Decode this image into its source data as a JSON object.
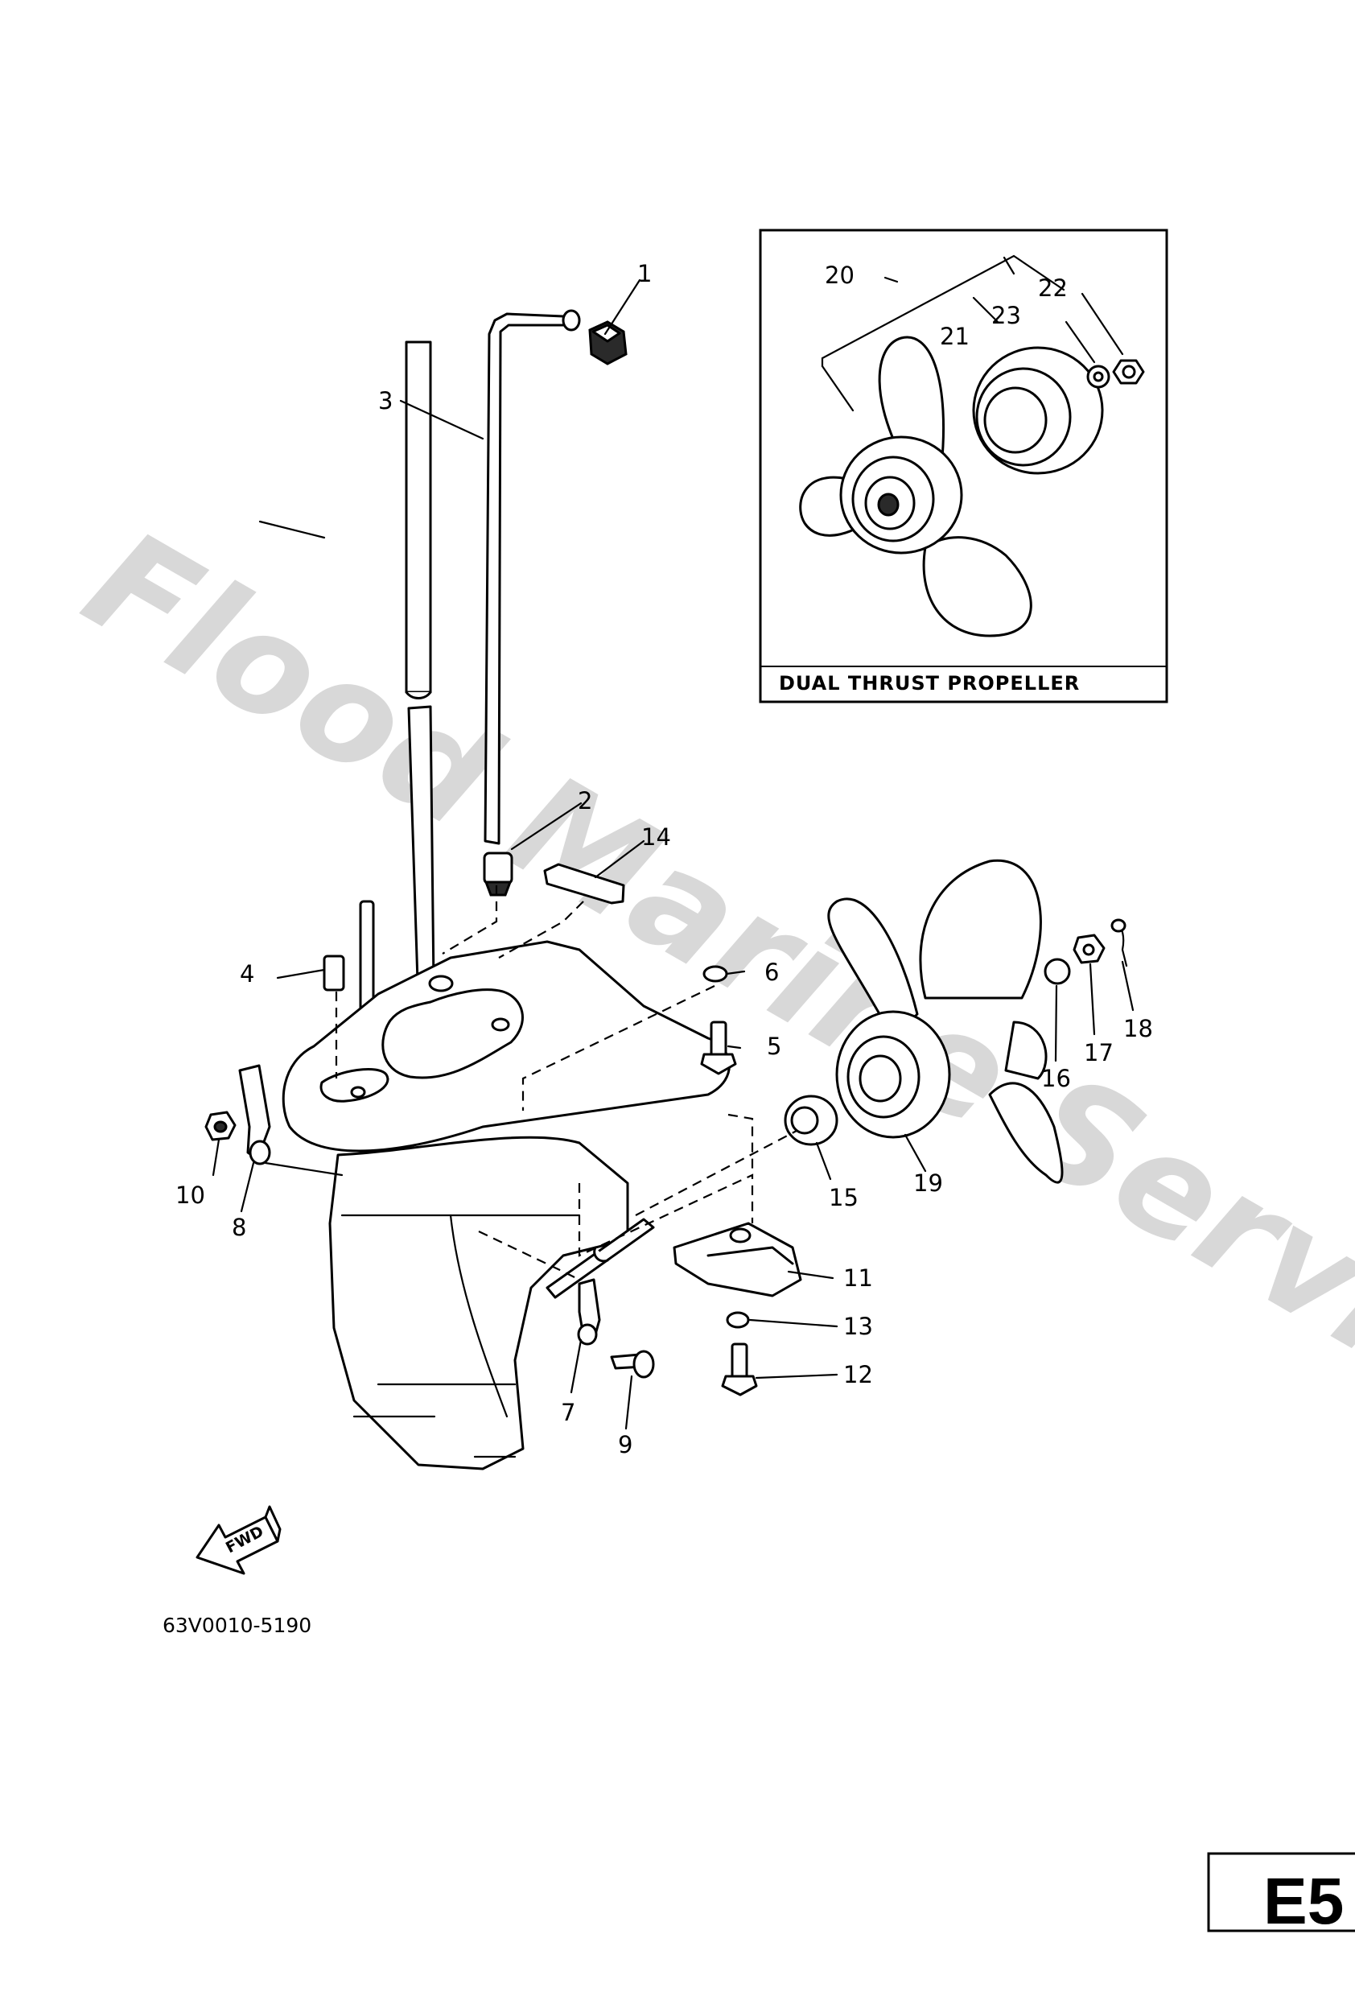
{
  "watermark": "Flood Marine Services",
  "inset": {
    "title": "DUAL THRUST PROPELLER"
  },
  "diagram_code": "63V0010-5190",
  "fwd_label": "FWD",
  "page_label": "E5",
  "callouts": {
    "c1": "1",
    "c2": "2",
    "c3": "3",
    "c4": "4",
    "c5": "5",
    "c6": "6",
    "c7": "7",
    "c8": "8",
    "c9": "9",
    "c10": "10",
    "c11": "11",
    "c12": "12",
    "c13": "13",
    "c14": "14",
    "c15": "15",
    "c16": "16",
    "c17": "17",
    "c18": "18",
    "c19": "19",
    "c20": "20",
    "c21": "21",
    "c22": "22",
    "c23": "23"
  }
}
